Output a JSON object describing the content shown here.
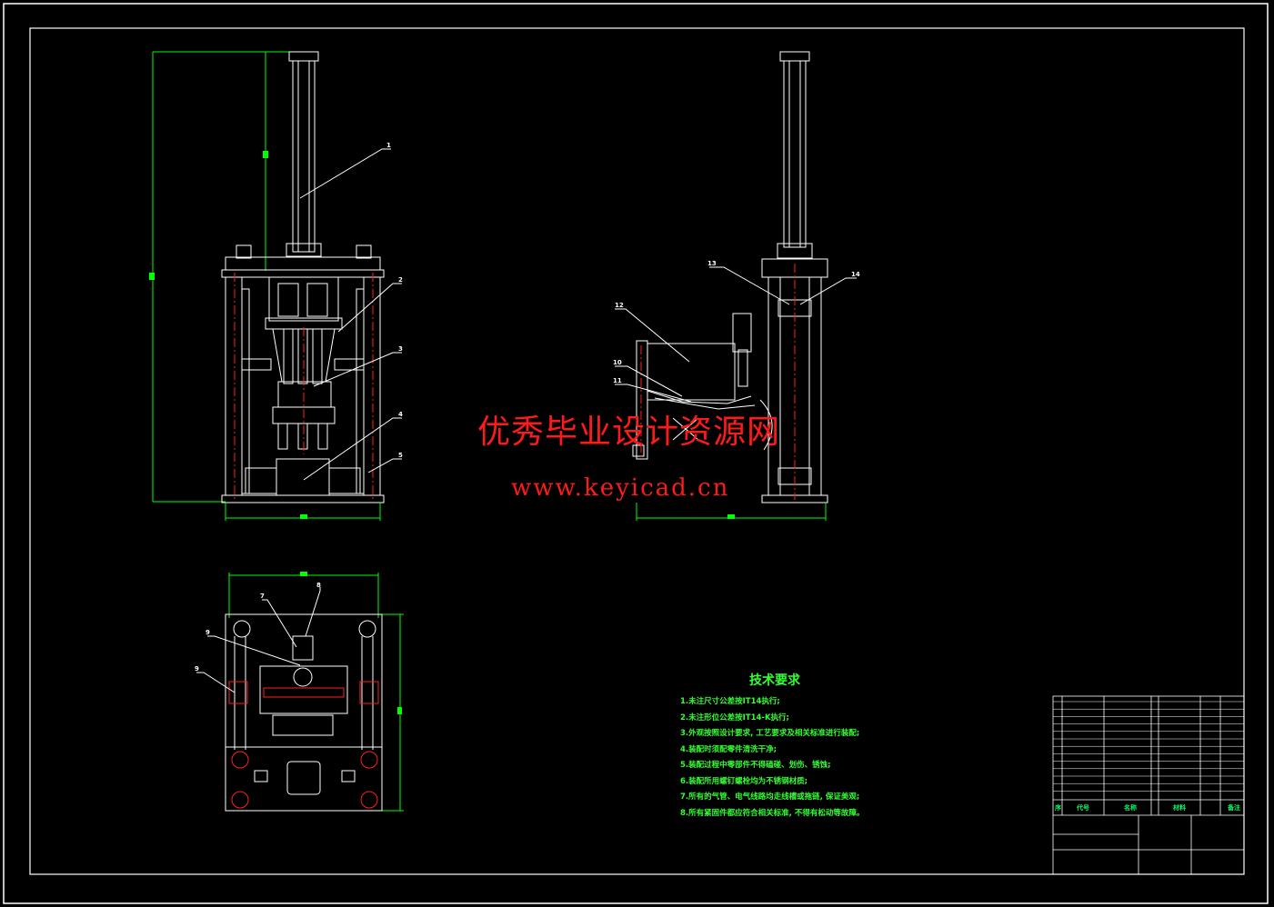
{
  "watermark": {
    "line1": "优秀毕业设计资源网",
    "line2": "www.keyicad.cn"
  },
  "technical_requirements": {
    "title": "技术要求",
    "items": [
      "1.未注尺寸公差按IT14执行;",
      "2.未注形位公差按IT14-K执行;",
      "3.外观按照设计要求, 工艺要求及相关标准进行装配;",
      "4.装配时须配零件清洗干净;",
      "5.装配过程中零部件不得磕碰、划伤、锈蚀;",
      "6.装配所用螺钉螺栓均为不锈钢材质;",
      "7.所有的气管、电气线路均走线槽或拖链, 保证美观;",
      "8.所有紧固件都应符合相关标准, 不得有松动等故障。"
    ]
  },
  "title_block": {
    "col_no": "序",
    "col_code": "代号",
    "col_name": "名称",
    "col_material": "材料",
    "col_remark": "备注"
  },
  "balloons": [
    "1",
    "2",
    "3",
    "4",
    "5",
    "7",
    "8",
    "9",
    "9",
    "12",
    "13",
    "14",
    "10",
    "11"
  ],
  "colors": {
    "background": "#000000",
    "frame": "#ffffff",
    "dimension": "#00ff00",
    "centerline": "#ff2020",
    "watermark": "#ff1a1a",
    "notes": "#33ff33"
  }
}
